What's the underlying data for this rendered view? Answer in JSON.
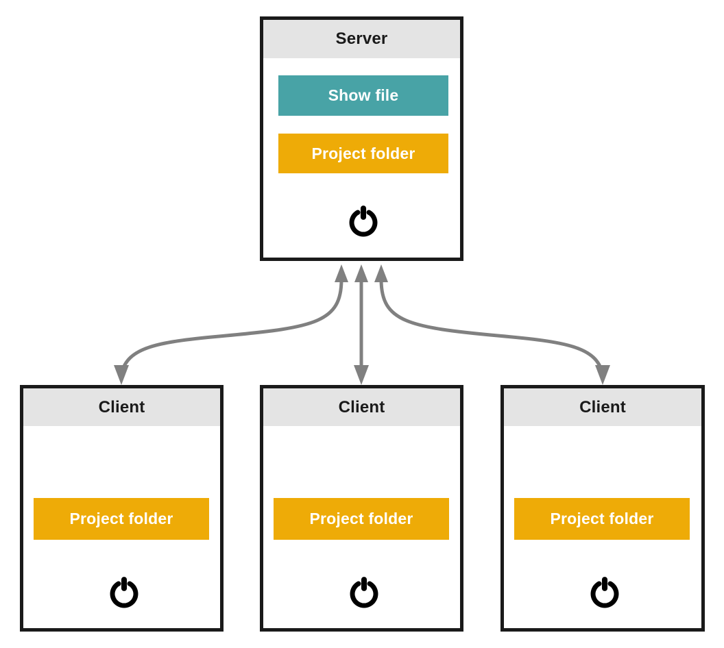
{
  "diagram": {
    "type": "client-server-architecture",
    "background_color": "#ffffff",
    "colors": {
      "border": "#1a1a1a",
      "header_background": "#e4e4e4",
      "teal_bar": "#48a3a6",
      "amber_bar": "#eeab07",
      "connector": "#808080",
      "label_text": "#ffffff",
      "title_text": "#1a1a1a"
    },
    "server": {
      "title": "Server",
      "bars": [
        {
          "label": "Show file",
          "color": "teal"
        },
        {
          "label": "Project folder",
          "color": "amber"
        }
      ],
      "internal_arrow": {
        "from": "Show file",
        "to": "Project folder",
        "direction": "down"
      },
      "power_icon": "power-icon"
    },
    "clients": [
      {
        "title": "Client",
        "bars": [
          {
            "label": "Project folder",
            "color": "amber"
          }
        ],
        "power_icon": "power-icon"
      },
      {
        "title": "Client",
        "bars": [
          {
            "label": "Project folder",
            "color": "amber"
          }
        ],
        "power_icon": "power-icon"
      },
      {
        "title": "Client",
        "bars": [
          {
            "label": "Project folder",
            "color": "amber"
          }
        ],
        "power_icon": "power-icon"
      }
    ],
    "connections": [
      {
        "from": "server",
        "to": "client-1",
        "style": "curved",
        "bidirectional": true
      },
      {
        "from": "server",
        "to": "client-2",
        "style": "straight",
        "bidirectional": true
      },
      {
        "from": "server",
        "to": "client-3",
        "style": "curved",
        "bidirectional": true
      }
    ]
  }
}
